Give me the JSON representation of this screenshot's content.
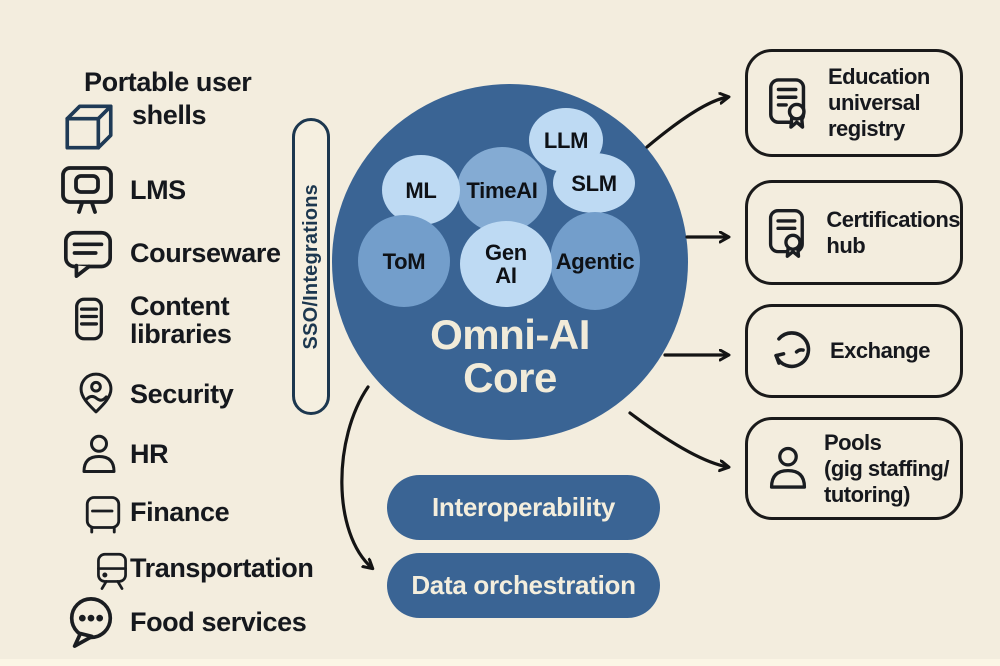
{
  "left_panel": {
    "items": [
      {
        "label": "Portable user\nshells",
        "icon": "cube-icon"
      },
      {
        "label": "LMS",
        "icon": "monitor-icon"
      },
      {
        "label": "Courseware",
        "icon": "chat-lines-icon"
      },
      {
        "label": "Content\nlibraries",
        "icon": "stack-icon"
      },
      {
        "label": "Security",
        "icon": "location-pin-icon"
      },
      {
        "label": "HR",
        "icon": "person-icon"
      },
      {
        "label": "Finance",
        "icon": "bus-icon"
      },
      {
        "label": "Transportation",
        "icon": "tram-icon"
      },
      {
        "label": "Food services",
        "icon": "chat-dots-icon"
      }
    ]
  },
  "sso_pill": {
    "label": "SSO/Integrations"
  },
  "core": {
    "title": "Omni-AI\nCore",
    "bubbles": [
      {
        "label": "ML"
      },
      {
        "label": "TimeAI"
      },
      {
        "label": "LLM"
      },
      {
        "label": "SLM"
      },
      {
        "label": "ToM"
      },
      {
        "label": "Gen\nAI"
      },
      {
        "label": "Agentic"
      }
    ]
  },
  "pills": [
    {
      "label": "Interoperability"
    },
    {
      "label": "Data orchestration"
    }
  ],
  "right_panel": {
    "boxes": [
      {
        "label": "Education\nuniversal\nregistry",
        "icon": "certificate-icon"
      },
      {
        "label": "Certifications\nhub",
        "icon": "certificate-icon"
      },
      {
        "label": "Exchange",
        "icon": "sync-arrows-icon"
      },
      {
        "label": "Pools\n(gig staffing/\ntutoring)",
        "icon": "person-icon"
      }
    ]
  },
  "colors": {
    "background": "#f3edde",
    "core_blue": "#3a6494",
    "bubble_light": "#bedaf3",
    "bubble_medium": "#739ecb",
    "navy_outline": "#1c374f",
    "ink": "#16181d",
    "cream_text": "#f1ebd9"
  }
}
